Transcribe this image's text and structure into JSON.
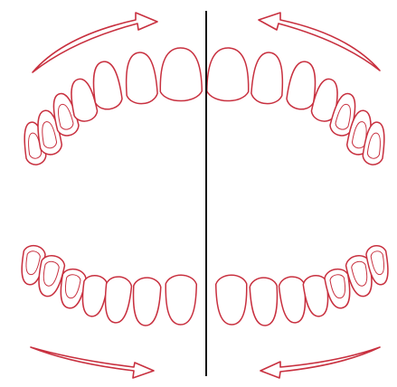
{
  "diagram": {
    "outline_color": "#c8303f",
    "midline_color": "#111111",
    "background": "#ffffff",
    "upper_arch": {
      "teeth": [
        "right-molar-2",
        "right-molar-1",
        "right-premolar-2",
        "right-premolar-1",
        "right-canine",
        "right-lateral-incisor",
        "right-central-incisor",
        "left-central-incisor",
        "left-lateral-incisor",
        "left-canine",
        "left-premolar-1",
        "left-premolar-2",
        "left-molar-1",
        "left-molar-2"
      ]
    },
    "lower_arch": {
      "teeth": [
        "right-molar-2",
        "right-molar-1",
        "right-premolar-2",
        "right-premolar-1",
        "right-canine",
        "right-lateral-incisor",
        "right-central-incisor",
        "left-central-incisor",
        "left-lateral-incisor",
        "left-canine",
        "left-premolar-1",
        "left-premolar-2",
        "left-molar-1",
        "left-molar-2"
      ]
    },
    "arrows": [
      "top-left-arrow-to-center",
      "top-right-arrow-to-center",
      "bottom-left-arrow-to-center",
      "bottom-right-arrow-to-center"
    ]
  }
}
